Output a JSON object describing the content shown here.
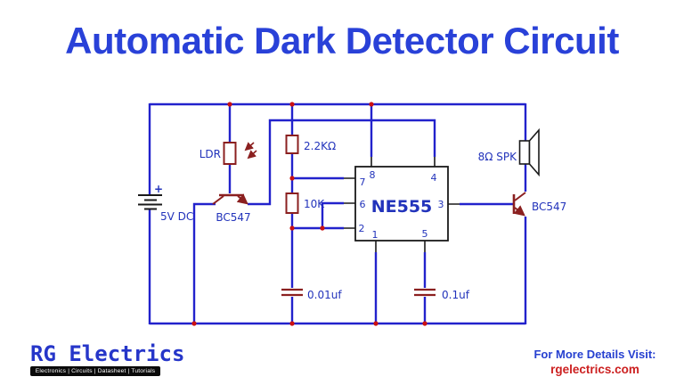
{
  "title": "Automatic Dark Detector Circuit",
  "colors": {
    "wire": "#2222cc",
    "component": "#8b2020",
    "junction": "#cc1111",
    "outline": "#1a1a1a",
    "label": "#2233bb",
    "title": "#2941d8",
    "url": "#cc2020"
  },
  "circuit": {
    "battery": {
      "label": "5V DC",
      "plus": "+"
    },
    "ldr": {
      "label": "LDR"
    },
    "q1": {
      "label": "BC547"
    },
    "q2": {
      "label": "BC547"
    },
    "r1": {
      "label": "2.2KΩ"
    },
    "r2": {
      "label": "10K"
    },
    "c1": {
      "label": "0.01uf"
    },
    "c2": {
      "label": "0.1uf"
    },
    "speaker": {
      "label": "8Ω SPK"
    },
    "ic": {
      "name": "NE555",
      "pins": {
        "p1": "1",
        "p2": "2",
        "p3": "3",
        "p4": "4",
        "p5": "5",
        "p6": "6",
        "p7": "7",
        "p8": "8"
      }
    }
  },
  "footer": {
    "logo": "RG Electrics",
    "tagline": "Electronics | Circuits | Datasheet | Tutorials",
    "visit_label": "For More Details Visit:",
    "visit_url": "rgelectrics.com"
  }
}
